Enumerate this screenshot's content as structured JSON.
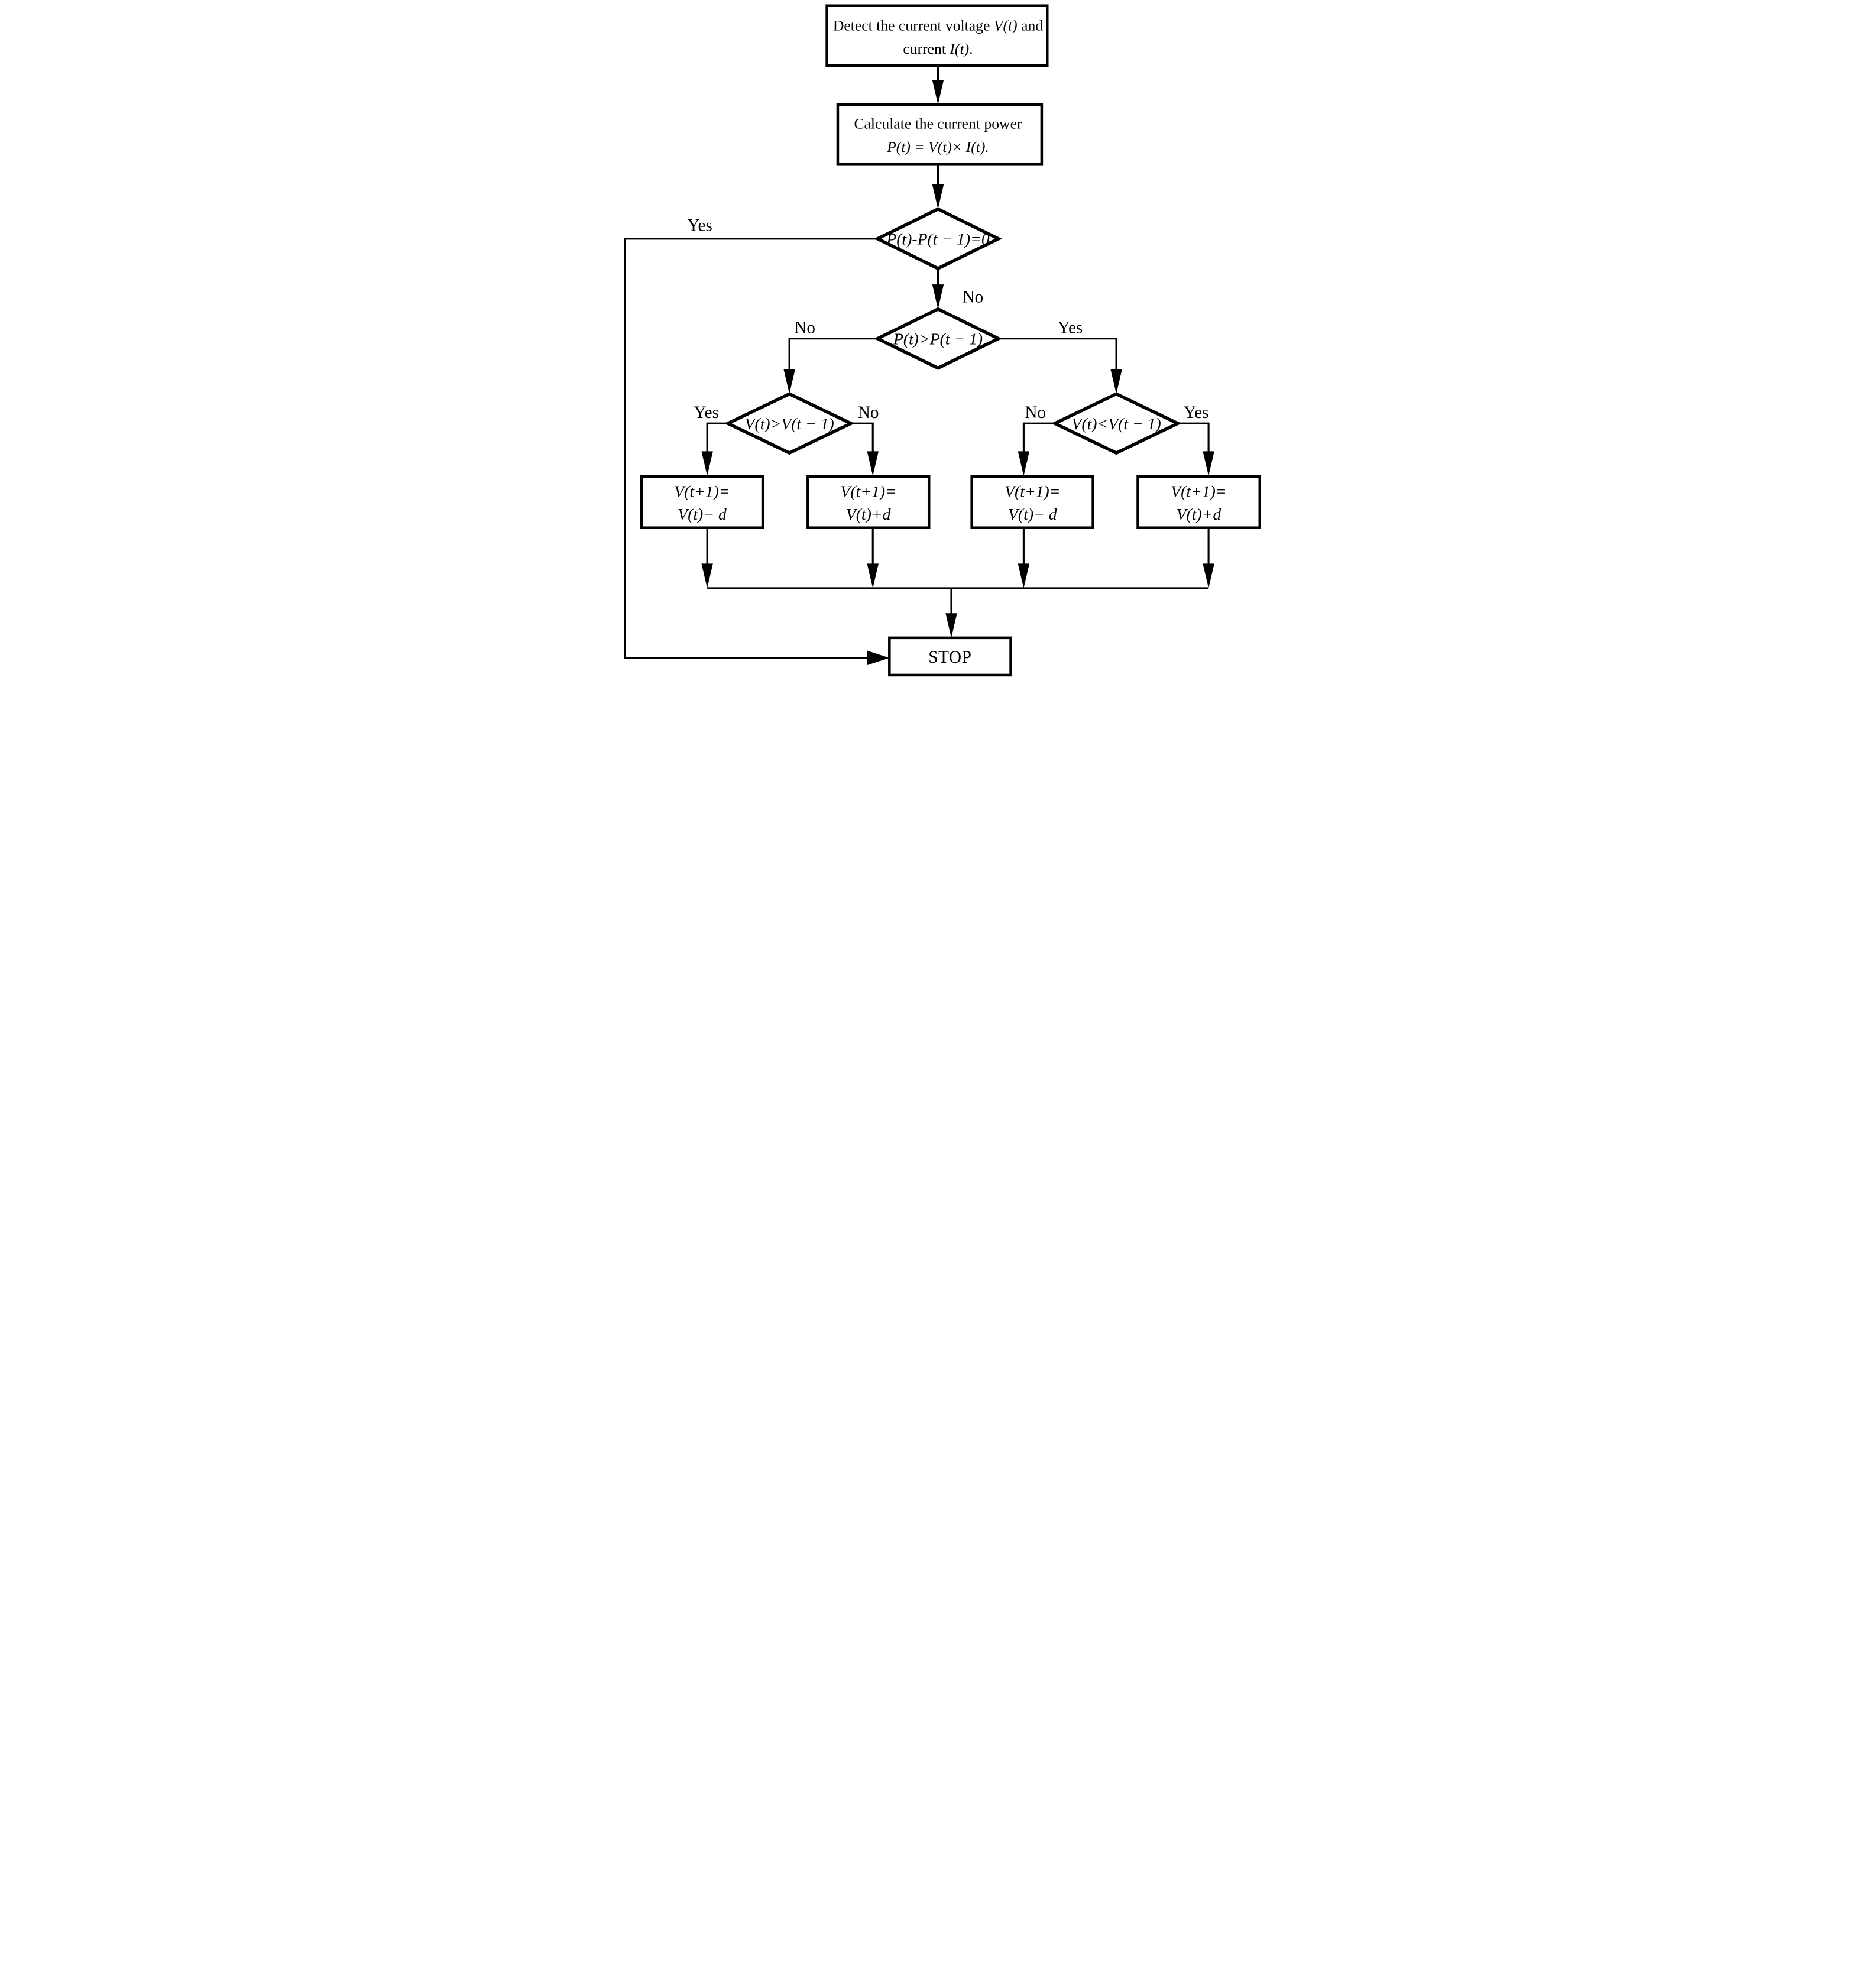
{
  "figure": {
    "background_color": "#ffffff",
    "line_color": "#000000",
    "type": "flowchart"
  },
  "nodes": {
    "detect": {
      "shape": "rectangle",
      "lines": [
        [
          {
            "t": "Detect the current voltage ",
            "i": false
          },
          {
            "t": "V(t)",
            "i": true
          },
          {
            "t": " and",
            "i": false
          }
        ],
        [
          {
            "t": "current ",
            "i": false
          },
          {
            "t": "I(t)",
            "i": true
          },
          {
            "t": ".",
            "i": false
          }
        ]
      ]
    },
    "calculate": {
      "shape": "rectangle",
      "lines": [
        [
          {
            "t": "Calculate the current power",
            "i": false
          }
        ],
        [
          {
            "t": "P(t) = V(t)× I(t).",
            "i": true
          }
        ]
      ]
    },
    "power_delta_zero": {
      "shape": "diamond",
      "lines": [
        [
          {
            "t": "P(t)-P(t − 1)=0",
            "i": true
          }
        ]
      ]
    },
    "power_greater": {
      "shape": "diamond",
      "lines": [
        [
          {
            "t": "P(t)>P(t − 1)",
            "i": true
          }
        ]
      ]
    },
    "voltage_greater": {
      "shape": "diamond",
      "lines": [
        [
          {
            "t": "V(t)>V(t − 1)",
            "i": true
          }
        ]
      ]
    },
    "voltage_less": {
      "shape": "diamond",
      "lines": [
        [
          {
            "t": "V(t)<V(t − 1)",
            "i": true
          }
        ]
      ]
    },
    "action_minus_left": {
      "shape": "rectangle",
      "lines": [
        [
          {
            "t": "V(t+1)=",
            "i": true
          }
        ],
        [
          {
            "t": "V(t)− d",
            "i": true
          }
        ]
      ]
    },
    "action_plus_left": {
      "shape": "rectangle",
      "lines": [
        [
          {
            "t": "V(t+1)=",
            "i": true
          }
        ],
        [
          {
            "t": "V(t)+d",
            "i": true
          }
        ]
      ]
    },
    "action_minus_right": {
      "shape": "rectangle",
      "lines": [
        [
          {
            "t": "V(t+1)=",
            "i": true
          }
        ],
        [
          {
            "t": "V(t)− d",
            "i": true
          }
        ]
      ]
    },
    "action_plus_right": {
      "shape": "rectangle",
      "lines": [
        [
          {
            "t": "V(t+1)=",
            "i": true
          }
        ],
        [
          {
            "t": "V(t)+d",
            "i": true
          }
        ]
      ]
    },
    "stop": {
      "shape": "rectangle",
      "label": "STOP"
    }
  },
  "branch_labels": {
    "d1_yes": "Yes",
    "d1_no": "No",
    "d2_no": "No",
    "d2_yes": "Yes",
    "d3_yes": "Yes",
    "d3_no": "No",
    "d4_no": "No",
    "d4_yes": "Yes"
  }
}
